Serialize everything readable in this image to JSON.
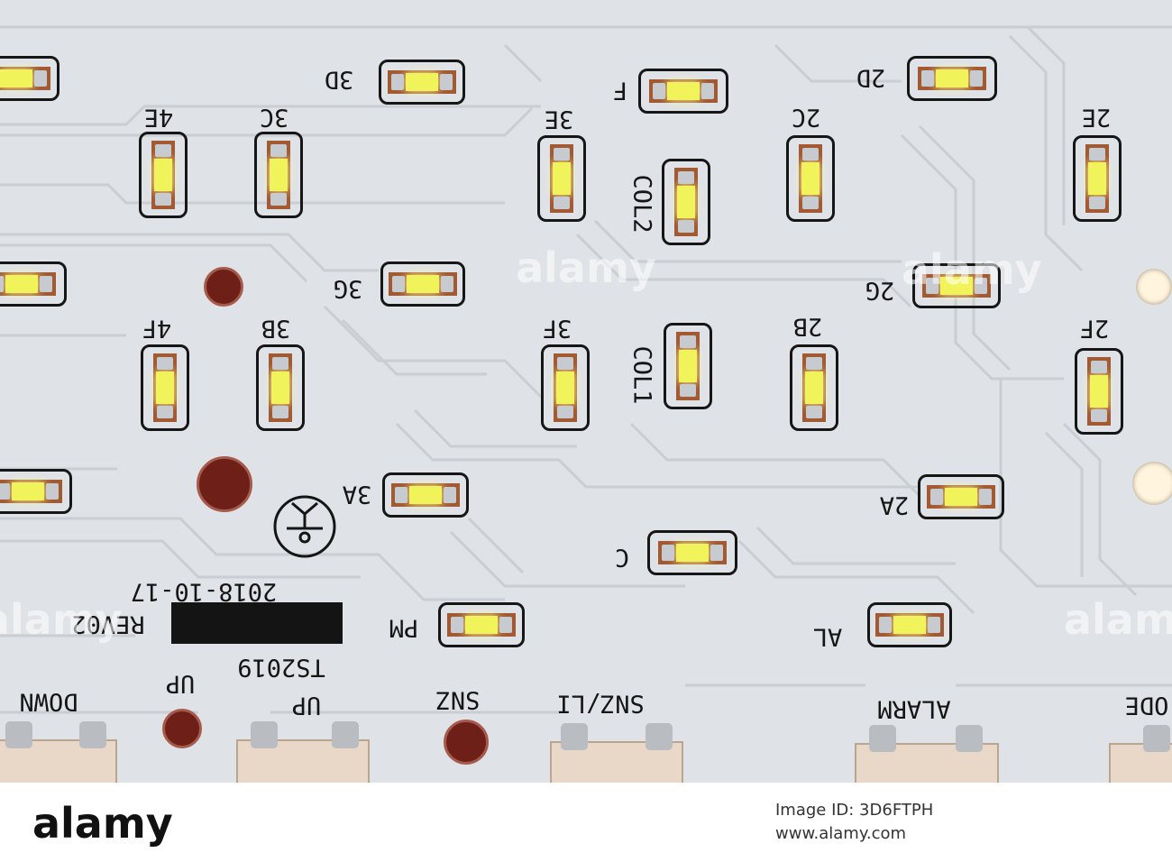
{
  "board": {
    "labels": {
      "l3d": "3D",
      "l4e": "4E",
      "l3c": "3C",
      "l3e": "3E",
      "lF": "F",
      "l2c": "2C",
      "l2d": "2D",
      "l2e": "2E",
      "lcol2": "COL2",
      "l3g": "3G",
      "l2g": "2G",
      "l4f": "4F",
      "l3b": "3B",
      "l3f": "3F",
      "lcol1": "COL1",
      "l2b": "2B",
      "l2f": "2F",
      "l3a": "3A",
      "l2a": "2A",
      "lC": "C",
      "lPM": "PM",
      "lAL": "AL",
      "date": "2018-10-17",
      "rev": "REV02",
      "ts": "TS2019",
      "up1": "UP",
      "down": "DOWN",
      "up2": "UP",
      "snz": "SNZ",
      "snzli": "SNZ/LI",
      "alarm": "ALARM",
      "mode": "ODE"
    }
  },
  "watermark": "alamy",
  "footer": {
    "logo": "alamy",
    "image_id": "Image ID: 3D6FTPH",
    "url": "www.alamy.com"
  }
}
